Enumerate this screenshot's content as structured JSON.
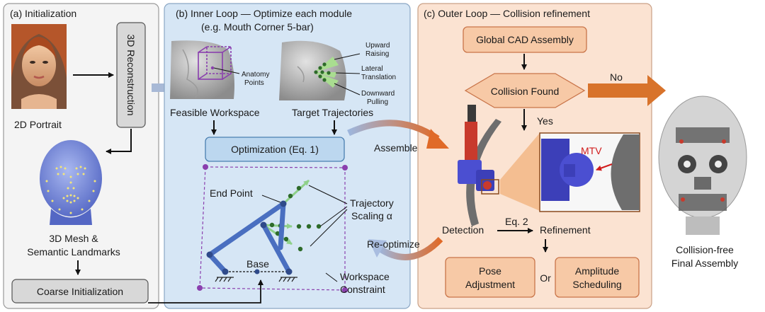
{
  "panel_a": {
    "title": "(a)  Initialization",
    "portrait_label": "2D Portrait",
    "recon_label": "3D Reconstruction",
    "mesh_label_1": "3D Mesh &",
    "mesh_label_2": "Semantic Landmarks",
    "coarse_label": "Coarse Initialization"
  },
  "panel_b": {
    "title": "(b)  Inner Loop — Optimize each module",
    "subtitle": "(e.g. Mouth Corner 5-bar)",
    "anatomy_1": "Anatomy",
    "anatomy_2": "Points",
    "upward_1": "Upward",
    "upward_2": "Raising",
    "lateral_1": "Lateral",
    "lateral_2": "Translation",
    "downward_1": "Downward",
    "downward_2": "Pulling",
    "feasible": "Feasible Workspace",
    "target": "Target Trajectories",
    "optimization": "Optimization (Eq. 1)",
    "end_point": "End Point",
    "trajectory_1": "Trajectory",
    "trajectory_2": "Scaling α",
    "base": "Base",
    "workspace_1": "Workspace",
    "workspace_2": "Constraint"
  },
  "panel_c": {
    "title": "(c)  Outer Loop — Collision refinement",
    "cad": "Global CAD Assembly",
    "collision": "Collision Found",
    "no": "No",
    "yes": "Yes",
    "mtv": "MTV",
    "detection": "Detection",
    "eq2": "Eq. 2",
    "refinement": "Refinement",
    "pose_1": "Pose",
    "pose_2": "Adjustment",
    "or": "Or",
    "amp_1": "Amplitude",
    "amp_2": "Scheduling"
  },
  "flow": {
    "assemble": "Assemble",
    "reoptimize": "Re-optimize"
  },
  "final": {
    "line1": "Collision-free",
    "line2": "Final Assembly"
  },
  "colors": {
    "panel_a_bg": "#f4f4f4",
    "panel_b_bg": "#d6e6f5",
    "panel_c_bg": "#fbe3d2",
    "orange_box": "#f7c9a6",
    "orange_border": "#c9754a",
    "blue_box": "#bcd7ef",
    "blue_border": "#4a7fb0",
    "arrow_orange": "#d8732b",
    "link_blue": "#4a6fc0",
    "workspace_purple": "#8a3fae",
    "trajectory_green": "#3f8a3a",
    "mtv_red": "#d11c1c"
  }
}
